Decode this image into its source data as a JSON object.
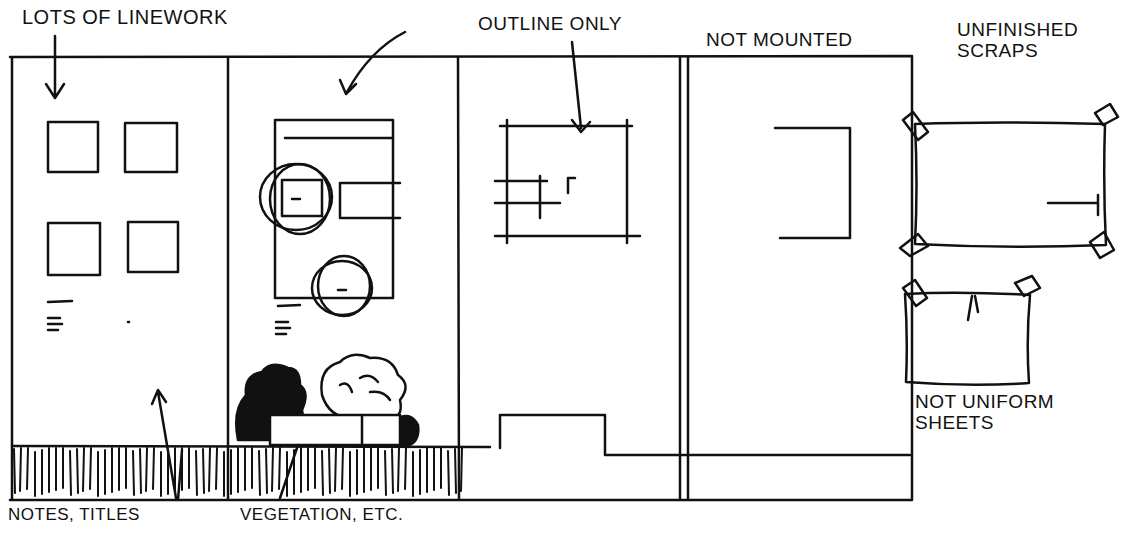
{
  "diagram": {
    "labels": [
      "LOTS OF LINEWORK",
      "OUTLINE ONLY",
      "NOT MOUNTED",
      "UNFINISHED SCRAPS",
      "NOT UNIFORM SHEETS",
      "NOTES, TITLES",
      "VEGETATION, ETC."
    ]
  }
}
